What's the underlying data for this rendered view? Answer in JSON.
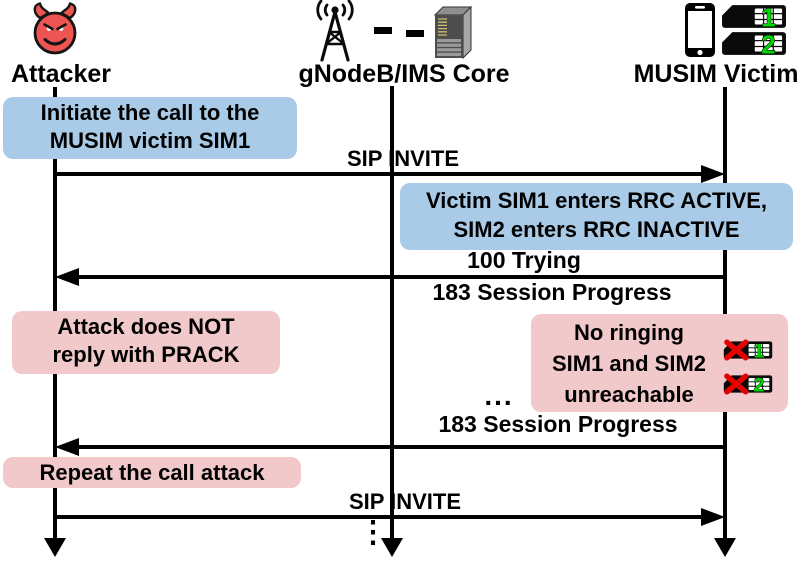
{
  "figure": {
    "type": "sequence-diagram",
    "background": "#ffffff"
  },
  "actors": [
    {
      "id": "attacker",
      "label": "Attacker",
      "icon": "devil-icon"
    },
    {
      "id": "gnodeb",
      "label": "gNodeB/IMS Core",
      "icon": "cell-tower-icon, server-icon"
    },
    {
      "id": "victim",
      "label": "MUSIM Victim",
      "icon": "smartphone-icon, sim-card-icons"
    }
  ],
  "sims": [
    "1",
    "2"
  ],
  "notes": {
    "initiate": {
      "style": "blue",
      "line1": "Initiate the call to the",
      "line2": "MUSIM victim SIM1"
    },
    "rrc": {
      "style": "blue",
      "line1": "Victim SIM1 enters RRC ACTIVE,",
      "line2": "SIM2 enters RRC INACTIVE"
    },
    "noprack": {
      "style": "pink",
      "line1": "Attack does NOT",
      "line2": "reply with PRACK"
    },
    "noringing": {
      "style": "pink",
      "line1": "No ringing",
      "line2": "SIM1 and SIM2",
      "line3": "unreachable"
    },
    "repeat": {
      "style": "pink",
      "line1": "Repeat the call attack"
    }
  },
  "messages": [
    {
      "label": "SIP INVITE",
      "direction": "right"
    },
    {
      "label": "100 Trying",
      "direction": "left"
    },
    {
      "label": "183 Session Progress",
      "direction": "left"
    },
    {
      "label": "183 Session Progress",
      "direction": "left"
    },
    {
      "label": "SIP INVITE",
      "direction": "right"
    }
  ],
  "ellipsis": {
    "horizontal": "...",
    "vertical": "⋮"
  },
  "colors": {
    "note_blue": "#a9cbe8",
    "note_pink": "#f2c9cb",
    "line_black": "#000000",
    "sim_green": "#00d600",
    "cross_red": "#e60000",
    "devil_red": "#ee5451"
  }
}
